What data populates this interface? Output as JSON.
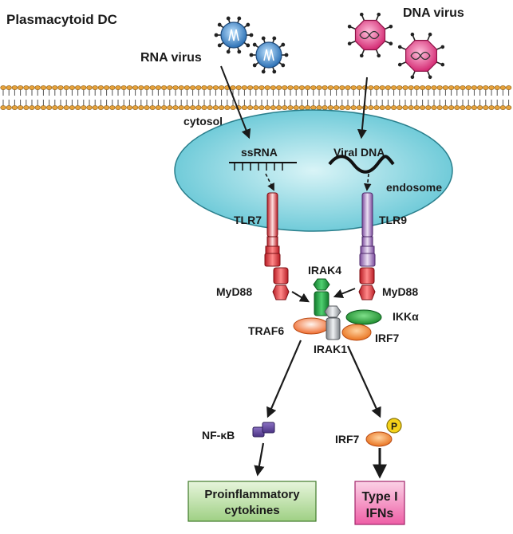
{
  "title": "Plasmacytoid DC",
  "labels": {
    "rna_virus": "RNA virus",
    "dna_virus": "DNA virus",
    "cytosol": "cytosol",
    "ssrna": "ssRNA",
    "viral_dna": "Viral DNA",
    "endosome": "endosome",
    "tlr7": "TLR7",
    "tlr9": "TLR9",
    "myd88_left": "MyD88",
    "myd88_right": "MyD88",
    "irak4": "IRAK4",
    "ikka": "IKKα",
    "traf6": "TRAF6",
    "irf7_complex": "IRF7",
    "irak1": "IRAK1",
    "nfkb": "NF-κB",
    "irf7_active": "IRF7",
    "phospho": "P"
  },
  "outputs": {
    "proinflammatory": [
      "Proinflammatory",
      "cytokines"
    ],
    "type1": [
      "Type I",
      "IFNs"
    ]
  },
  "colors": {
    "endosome": "#7fd0dc",
    "rna_virus": "#4a8fd0",
    "dna_virus": "#e0337a",
    "tlr7": "#d8353a",
    "tlr9": "#9b6ab8",
    "myd88": "#d8353a",
    "irak4": "#1f9a3f",
    "ikka": "#2aa23a",
    "traf6": "#f07a3e",
    "irf7": "#f2913c",
    "irak1": "#a0a4a8",
    "nfkb": "#6a4fa0",
    "phospho": "#f4d21a",
    "proinflammatory_box": "#b6dca0",
    "type1_box": "#f07ab4"
  }
}
